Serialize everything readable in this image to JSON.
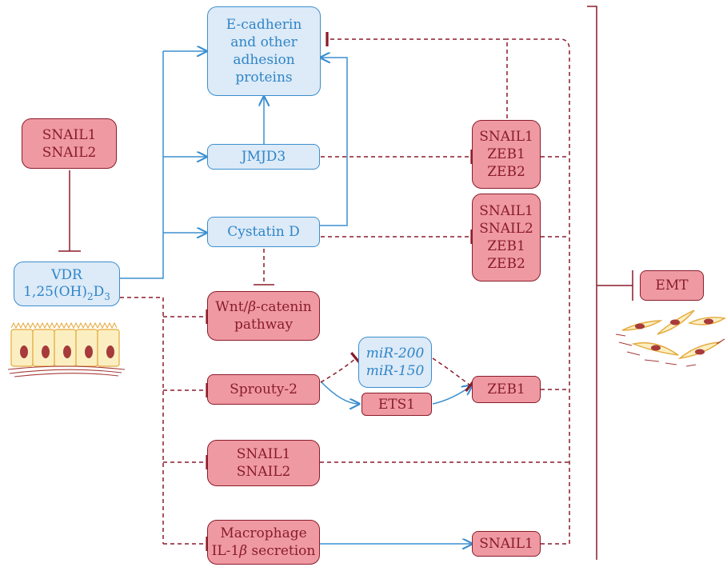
{
  "nodes": {
    "ecadherin": [
      "E-cadherin",
      "and other",
      "adhesion",
      "proteins"
    ],
    "snail_top": [
      "SNAIL1",
      "SNAIL2"
    ],
    "vdr_line1": "VDR",
    "vdr_line2_main": "1,25(OH)",
    "vdr_sub_2": "2",
    "vdr_d": "D",
    "vdr_sub_3": "3",
    "jmjd3": "JMJD3",
    "cystatin": "Cystatin D",
    "wnt_line1_pre": "Wnt/",
    "wnt_beta": "β",
    "wnt_line1_post": "-catenin",
    "wnt_line2": "pathway",
    "snail_zeb_a": [
      "SNAIL1",
      "ZEB1",
      "ZEB2"
    ],
    "snail_zeb_b": [
      "SNAIL1",
      "SNAIL2",
      "ZEB1",
      "ZEB2"
    ],
    "sprouty": "Sprouty-2",
    "mir": [
      "miR-200",
      "miR-150"
    ],
    "ets1": "ETS1",
    "zeb1": "ZEB1",
    "snail_mid": [
      "SNAIL1",
      "SNAIL2"
    ],
    "macro_line1": "Macrophage",
    "macro_line2_pre": "IL-1",
    "macro_beta": "β",
    "macro_line2_post": " secretion",
    "snail1_bottom": "SNAIL1",
    "emt": "EMT"
  },
  "colors": {
    "activation_blue": "#3b8fcf",
    "inhibition_red": "#8a1c2a",
    "blue_fill": "#ddeaf7",
    "red_fill": "#ef9aa3",
    "cell_fill": "#fbefc2",
    "cell_border": "#e5a93b"
  },
  "icons": {
    "epithelium": "epithelial-cells-icon",
    "mesenchymal": "mesenchymal-cells-icon"
  }
}
